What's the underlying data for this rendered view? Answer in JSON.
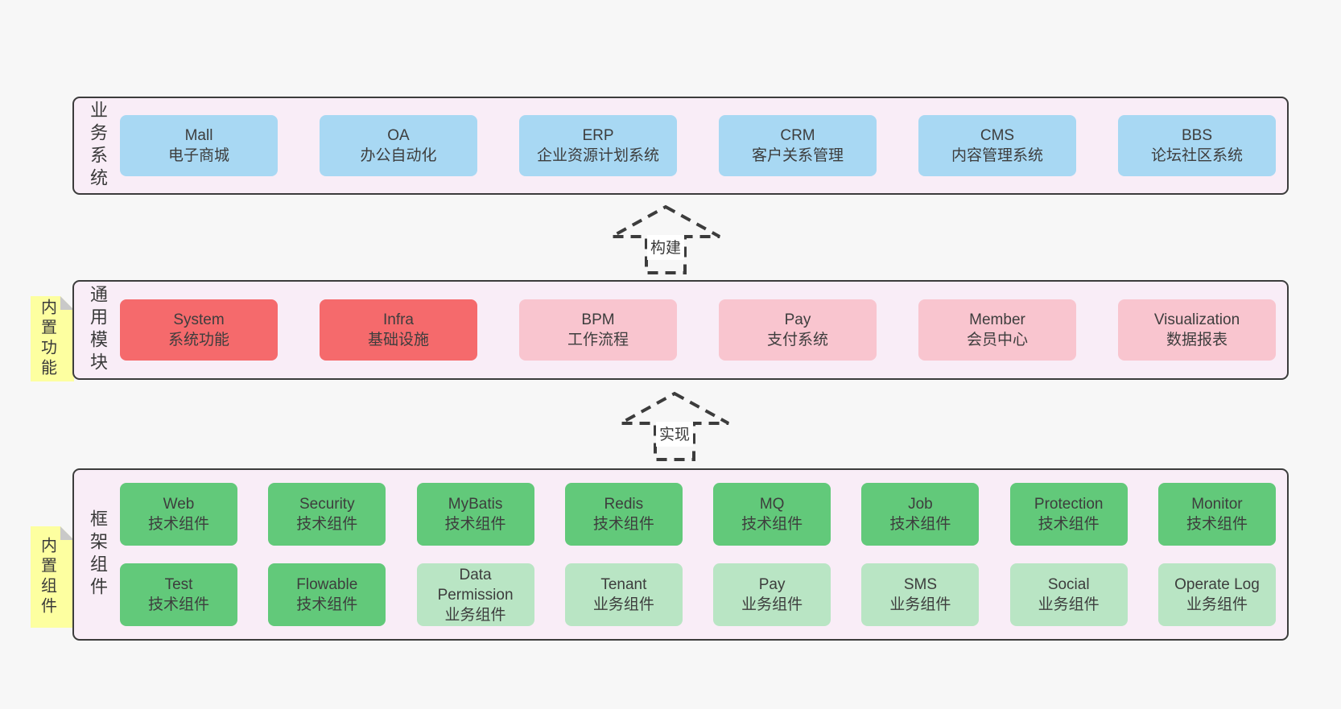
{
  "colors": {
    "page_background": "#f7f7f7",
    "band_background": "#f9edf7",
    "band_border": "#3c3c3c",
    "box_blue": "#a8d8f3",
    "box_red": "#f56a6c",
    "box_pink": "#f9c5cf",
    "box_green": "#62c97a",
    "box_light_green": "#b9e5c4",
    "sticky_yellow": "#fdffa0",
    "sticky_fold_gray": "#c9c9c9",
    "text": "#3d3d3d"
  },
  "arrows": [
    {
      "label": "构建"
    },
    {
      "label": "实现"
    }
  ],
  "bands": [
    {
      "id": "business-systems",
      "label": "业务系统",
      "sticky": null,
      "rows": [
        [
          {
            "title": "Mall",
            "subtitle": "电子商城",
            "variant": "blue"
          },
          {
            "title": "OA",
            "subtitle": "办公自动化",
            "variant": "blue"
          },
          {
            "title": "ERP",
            "subtitle": "企业资源计划系统",
            "variant": "blue"
          },
          {
            "title": "CRM",
            "subtitle": "客户关系管理",
            "variant": "blue"
          },
          {
            "title": "CMS",
            "subtitle": "内容管理系统",
            "variant": "blue"
          },
          {
            "title": "BBS",
            "subtitle": "论坛社区系统",
            "variant": "blue"
          }
        ]
      ]
    },
    {
      "id": "common-modules",
      "label": "通用模块",
      "sticky": "内置功能",
      "rows": [
        [
          {
            "title": "System",
            "subtitle": "系统功能",
            "variant": "red"
          },
          {
            "title": "Infra",
            "subtitle": "基础设施",
            "variant": "red"
          },
          {
            "title": "BPM",
            "subtitle": "工作流程",
            "variant": "pink"
          },
          {
            "title": "Pay",
            "subtitle": "支付系统",
            "variant": "pink"
          },
          {
            "title": "Member",
            "subtitle": "会员中心",
            "variant": "pink"
          },
          {
            "title": "Visualization",
            "subtitle": "数据报表",
            "variant": "pink"
          }
        ]
      ]
    },
    {
      "id": "framework-components",
      "label": "框架组件",
      "sticky": "内置组件",
      "rows": [
        [
          {
            "title": "Web",
            "subtitle": "技术组件",
            "variant": "green"
          },
          {
            "title": "Security",
            "subtitle": "技术组件",
            "variant": "green"
          },
          {
            "title": "MyBatis",
            "subtitle": "技术组件",
            "variant": "green"
          },
          {
            "title": "Redis",
            "subtitle": "技术组件",
            "variant": "green"
          },
          {
            "title": "MQ",
            "subtitle": "技术组件",
            "variant": "green"
          },
          {
            "title": "Job",
            "subtitle": "技术组件",
            "variant": "green"
          },
          {
            "title": "Protection",
            "subtitle": "技术组件",
            "variant": "green"
          },
          {
            "title": "Monitor",
            "subtitle": "技术组件",
            "variant": "green"
          }
        ],
        [
          {
            "title": "Test",
            "subtitle": "技术组件",
            "variant": "green"
          },
          {
            "title": "Flowable",
            "subtitle": "技术组件",
            "variant": "green"
          },
          {
            "title": "Data Permission",
            "subtitle": "业务组件",
            "variant": "lightgreen"
          },
          {
            "title": "Tenant",
            "subtitle": "业务组件",
            "variant": "lightgreen"
          },
          {
            "title": "Pay",
            "subtitle": "业务组件",
            "variant": "lightgreen"
          },
          {
            "title": "SMS",
            "subtitle": "业务组件",
            "variant": "lightgreen"
          },
          {
            "title": "Social",
            "subtitle": "业务组件",
            "variant": "lightgreen"
          },
          {
            "title": "Operate Log",
            "subtitle": "业务组件",
            "variant": "lightgreen"
          }
        ]
      ]
    }
  ]
}
